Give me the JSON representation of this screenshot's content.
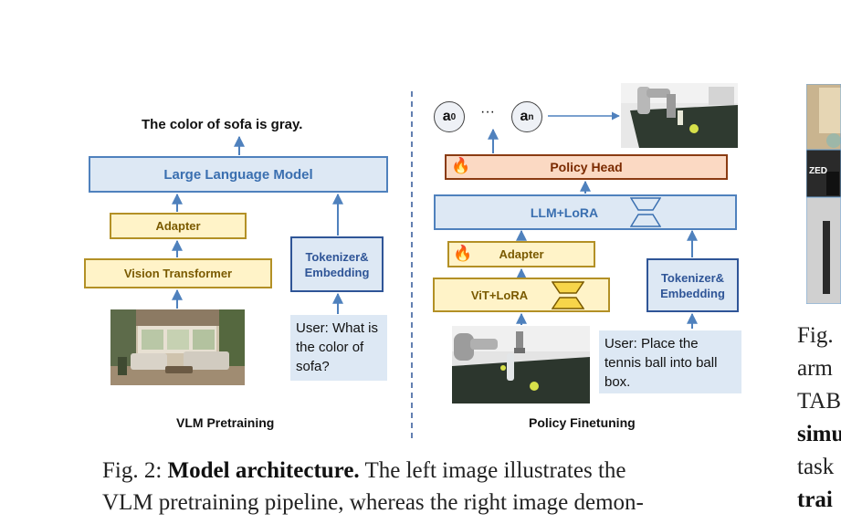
{
  "left": {
    "output_text": "The color of sofa is gray.",
    "llm_label": "Large Language Model",
    "adapter_label": "Adapter",
    "vit_label": "Vision Transformer",
    "tokenizer_line1": "Tokenizer&",
    "tokenizer_line2": "Embedding",
    "user_prompt": "User: What is the color of sofa?",
    "panel_title": "VLM Pretraining"
  },
  "right": {
    "action_first_base": "a",
    "action_first_sup": "0",
    "action_dots": "···",
    "action_last_base": "a",
    "action_last_sup": "n",
    "policy_head_label": "Policy Head",
    "llm_label": "LLM+LoRA",
    "adapter_label": "Adapter",
    "vit_label": "ViT+LoRA",
    "tokenizer_line1": "Tokenizer&",
    "tokenizer_line2": "Embedding",
    "user_prompt": "User: Place the tennis ball into ball box.",
    "panel_title": "Policy Finetuning"
  },
  "side_figure": {
    "camera_label": "ZED"
  },
  "caption": {
    "fig_label": "Fig. 2:",
    "bold_title": "Model architecture.",
    "line1_rest": " The left image illustrates the",
    "line2": "VLM pretraining pipeline, whereas the right image demon-"
  },
  "side_caption": {
    "lines": [
      "Fig.",
      "arm",
      "TAB",
      "simu",
      "task",
      "trai"
    ]
  },
  "colors": {
    "llm_fill": "#dde8f4",
    "llm_border": "#4f81bd",
    "yellow_fill": "#fff3c8",
    "yellow_border": "#b39026",
    "policy_fill": "#fbd9c3",
    "policy_border": "#8a3b12",
    "arrow": "#4f81bd"
  }
}
